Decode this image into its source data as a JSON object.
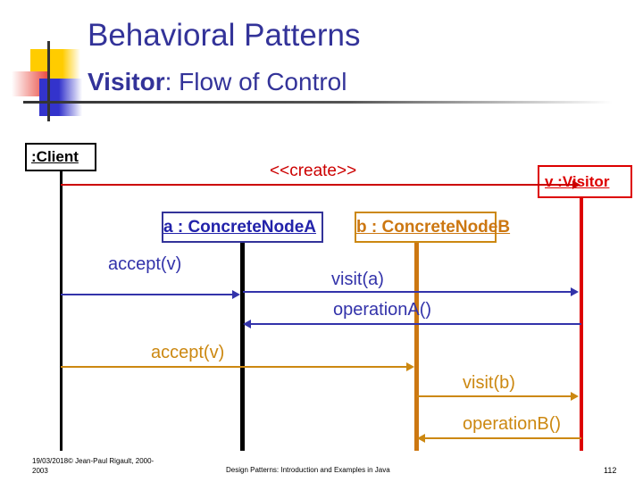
{
  "title": {
    "line1": "Behavioral Patterns",
    "pattern_name": "Visitor",
    "line2_rest": ": Flow of Control"
  },
  "diagram": {
    "type": "uml-sequence",
    "objects": [
      {
        "id": "client",
        "label": ":Client",
        "color": "#000000"
      },
      {
        "id": "visitor",
        "label": "v :Visitor",
        "color": "#dd0000"
      },
      {
        "id": "nodea",
        "label": "a : ConcreteNodeA",
        "color": "#2222aa"
      },
      {
        "id": "nodeb",
        "label": "b : ConcreteNodeB",
        "color": "#cc7711"
      }
    ],
    "messages": [
      {
        "id": "create",
        "label": "<<create>>",
        "from": "client",
        "to": "visitor",
        "direction": "right",
        "kind": "call",
        "color": "#cc0000"
      },
      {
        "id": "accept-a",
        "label": "accept(v)",
        "from": "client",
        "to": "nodea",
        "direction": "right",
        "kind": "call",
        "color": "#3333aa"
      },
      {
        "id": "visit-a",
        "label": "visit(a)",
        "from": "nodea",
        "to": "visitor",
        "direction": "right",
        "kind": "call",
        "color": "#3333aa"
      },
      {
        "id": "operation-a",
        "label": "operationA()",
        "from": "visitor",
        "to": "nodea",
        "direction": "left",
        "kind": "return",
        "color": "#3333aa"
      },
      {
        "id": "accept-b",
        "label": "accept(v)",
        "from": "client",
        "to": "nodeb",
        "direction": "right",
        "kind": "call",
        "color": "#cc8811"
      },
      {
        "id": "visit-b",
        "label": "visit(b)",
        "from": "nodeb",
        "to": "visitor",
        "direction": "right",
        "kind": "call",
        "color": "#cc8811"
      },
      {
        "id": "operation-b",
        "label": "operationB()",
        "from": "visitor",
        "to": "nodeb",
        "direction": "left",
        "kind": "return",
        "color": "#cc8811"
      }
    ]
  },
  "footer": {
    "date_copyright": "19/03/2018© Jean-Paul Rigault, 2000-2003",
    "center": "Design Patterns: Introduction and Examples in Java",
    "page": "112"
  }
}
